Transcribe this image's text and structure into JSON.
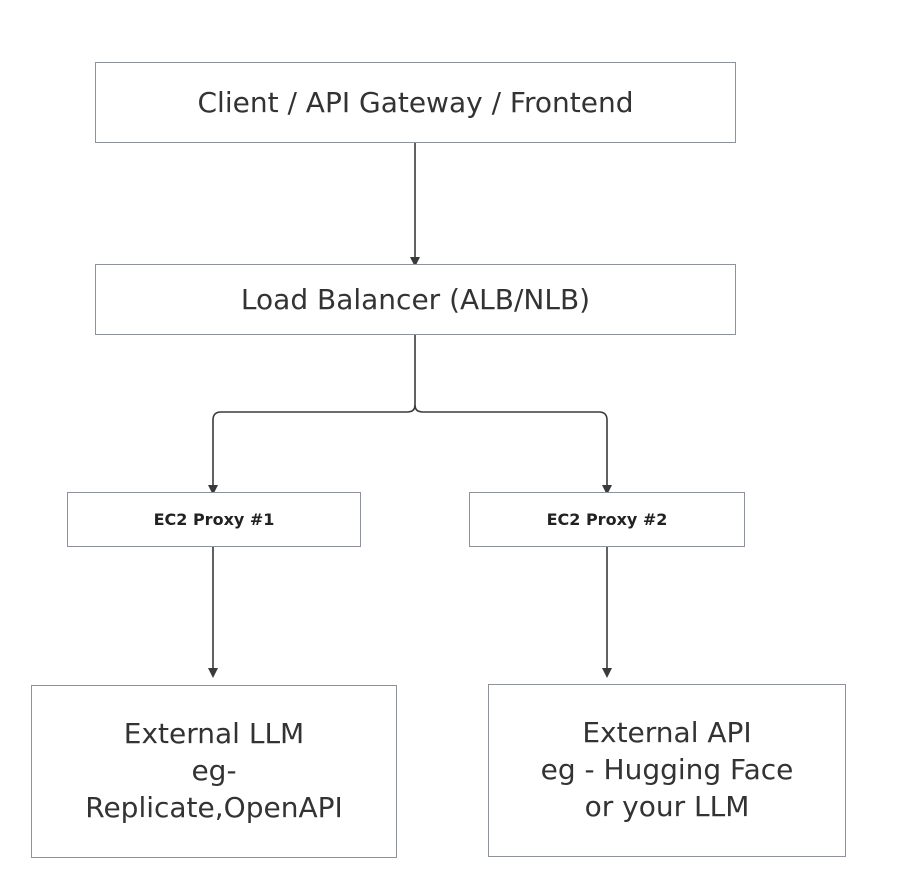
{
  "nodes": {
    "client": {
      "label": "Client / API Gateway / Frontend"
    },
    "load_balancer": {
      "label": "Load Balancer (ALB/NLB)"
    },
    "proxy1": {
      "label": "EC2 Proxy #1"
    },
    "proxy2": {
      "label": "EC2 Proxy #2"
    },
    "external_llm": {
      "lines": [
        "External LLM",
        "eg-",
        "Replicate,OpenAPI"
      ]
    },
    "external_api": {
      "lines": [
        "External API",
        "eg - Hugging Face",
        "or your LLM"
      ]
    }
  },
  "edges": [
    {
      "from": "client",
      "to": "load_balancer"
    },
    {
      "from": "load_balancer",
      "to": "proxy1"
    },
    {
      "from": "load_balancer",
      "to": "proxy2"
    },
    {
      "from": "proxy1",
      "to": "external_llm"
    },
    {
      "from": "proxy2",
      "to": "external_api"
    }
  ],
  "colors": {
    "border": "#8e939a",
    "edge": "#3a3a3a",
    "text": "#333333"
  }
}
